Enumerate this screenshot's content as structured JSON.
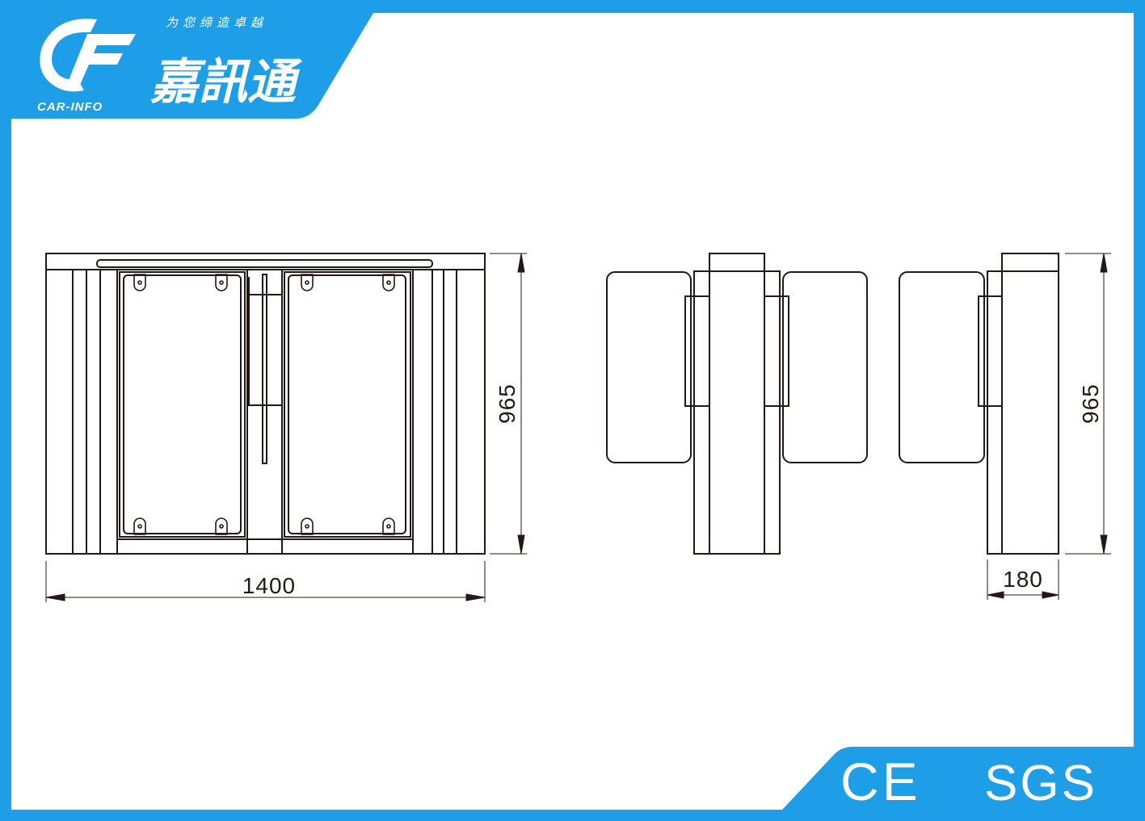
{
  "brand": {
    "slogan": "为您缔造卓越",
    "name_cn": "嘉訊通",
    "name_en": "CAR-INFO",
    "color": "#1e9ee6"
  },
  "certifications": {
    "ce": "CE",
    "sgs": "SGS"
  },
  "front_view": {
    "width_label": "1400",
    "height_label": "965"
  },
  "side_view": {
    "height_label": "965",
    "depth_label": "180"
  },
  "colors": {
    "frame": "#1e9ee6",
    "line": "#231815",
    "dimension": "#231815"
  }
}
